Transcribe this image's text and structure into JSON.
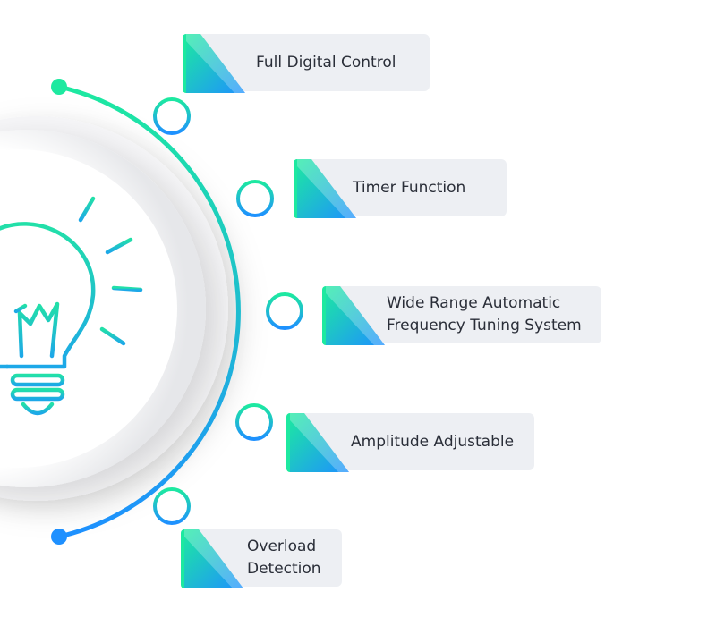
{
  "features": [
    {
      "label": "Full Digital Control",
      "lines": [
        "Full Digital Control"
      ]
    },
    {
      "label": "Timer Function",
      "lines": [
        "Timer Function"
      ]
    },
    {
      "label": "Wide Range Automatic Frequency Tuning System",
      "lines": [
        "Wide Range Automatic",
        "Frequency Tuning System"
      ]
    },
    {
      "label": "Amplitude Adjustable",
      "lines": [
        "Amplitude Adjustable"
      ]
    },
    {
      "label": "Overload Detection",
      "lines": [
        "Overload",
        "Detection"
      ]
    }
  ],
  "colors": {
    "arc_start": "#1de9a0",
    "arc_end": "#1e90ff",
    "card_bg": "#edeff3",
    "text": "#2a2e38"
  },
  "icons": {
    "center": "light-bulb-icon",
    "card_accent": "gradient-triangle-icon",
    "node": "ring-node-icon"
  }
}
